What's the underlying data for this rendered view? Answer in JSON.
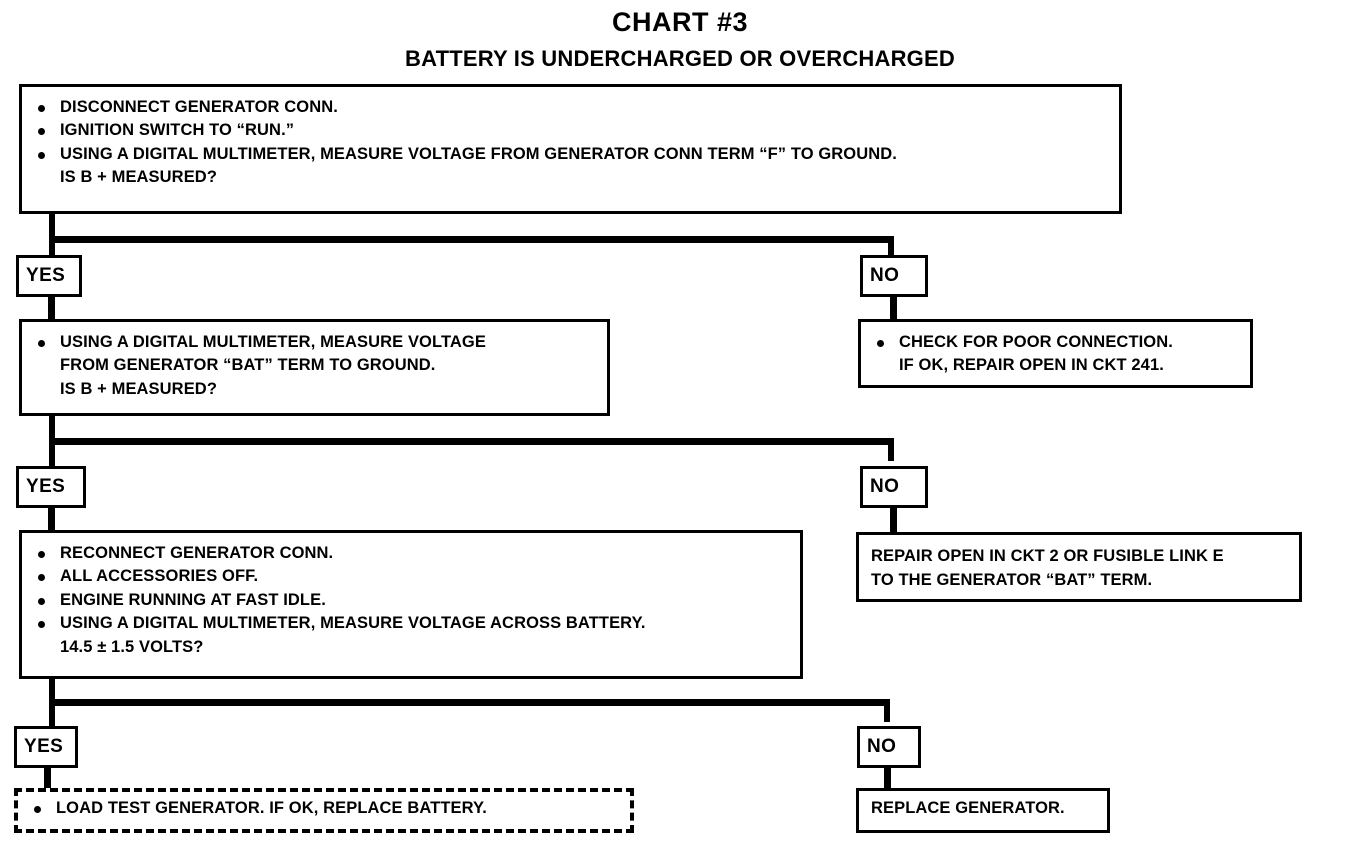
{
  "title": {
    "main": "CHART #3",
    "sub": "BATTERY IS UNDERCHARGED OR OVERCHARGED"
  },
  "labels": {
    "yes": "YES",
    "no": "NO"
  },
  "steps": {
    "step1": {
      "bullets": [
        "DISCONNECT GENERATOR CONN.",
        "IGNITION SWITCH TO “RUN.”",
        "USING A DIGITAL MULTIMETER, MEASURE VOLTAGE FROM GENERATOR CONN TERM “F” TO GROUND.\nIS B + MEASURED?"
      ]
    },
    "step1_no": {
      "bullets": [
        "CHECK FOR POOR CONNECTION.\n IF OK, REPAIR OPEN IN CKT 241."
      ]
    },
    "step2": {
      "bullets": [
        "USING A DIGITAL MULTIMETER, MEASURE VOLTAGE\nFROM GENERATOR “BAT” TERM TO GROUND.\nIS B + MEASURED?"
      ]
    },
    "step2_no": {
      "text": "REPAIR OPEN IN CKT 2 OR FUSIBLE LINK E\nTO THE GENERATOR “BAT” TERM."
    },
    "step3": {
      "bullets": [
        "RECONNECT GENERATOR CONN.",
        "ALL ACCESSORIES OFF.",
        "ENGINE RUNNING AT FAST IDLE.",
        "USING A DIGITAL MULTIMETER, MEASURE VOLTAGE ACROSS BATTERY.\n14.5 ± 1.5 VOLTS?"
      ]
    },
    "step3_yes": {
      "bullets": [
        "LOAD TEST GENERATOR.  IF OK, REPLACE BATTERY."
      ]
    },
    "step3_no": {
      "text": "REPLACE GENERATOR."
    }
  },
  "chart_data": {
    "type": "flowchart",
    "title": "CHART #3 — BATTERY IS UNDERCHARGED OR OVERCHARGED",
    "nodes": [
      {
        "id": "step1",
        "kind": "process-question",
        "border": "solid",
        "text": "DISCONNECT GENERATOR CONN. / IGNITION SWITCH TO “RUN.” / USING A DIGITAL MULTIMETER, MEASURE VOLTAGE FROM GENERATOR CONN TERM “F” TO GROUND. IS B + MEASURED?"
      },
      {
        "id": "step2",
        "kind": "process-question",
        "border": "solid",
        "text": "USING A DIGITAL MULTIMETER, MEASURE VOLTAGE FROM GENERATOR “BAT” TERM TO GROUND. IS B + MEASURED?"
      },
      {
        "id": "step1_no",
        "kind": "terminal",
        "border": "solid",
        "text": "CHECK FOR POOR CONNECTION. IF OK, REPAIR OPEN IN CKT 241."
      },
      {
        "id": "step3",
        "kind": "process-question",
        "border": "solid",
        "text": "RECONNECT GENERATOR CONN. / ALL ACCESSORIES OFF. / ENGINE RUNNING AT FAST IDLE. / USING A DIGITAL MULTIMETER, MEASURE VOLTAGE ACROSS BATTERY. 14.5 ± 1.5 VOLTS?"
      },
      {
        "id": "step2_no",
        "kind": "terminal",
        "border": "solid",
        "text": "REPAIR OPEN IN CKT 2 OR FUSIBLE LINK E TO THE GENERATOR “BAT” TERM."
      },
      {
        "id": "step3_yes",
        "kind": "terminal",
        "border": "dashed",
        "text": "LOAD TEST GENERATOR.  IF OK, REPLACE BATTERY."
      },
      {
        "id": "step3_no",
        "kind": "terminal",
        "border": "solid",
        "text": "REPLACE GENERATOR."
      }
    ],
    "edges": [
      {
        "from": "step1",
        "label": "YES",
        "to": "step2"
      },
      {
        "from": "step1",
        "label": "NO",
        "to": "step1_no"
      },
      {
        "from": "step2",
        "label": "YES",
        "to": "step3"
      },
      {
        "from": "step2",
        "label": "NO",
        "to": "step2_no"
      },
      {
        "from": "step3",
        "label": "YES",
        "to": "step3_yes"
      },
      {
        "from": "step3",
        "label": "NO",
        "to": "step3_no"
      }
    ]
  }
}
